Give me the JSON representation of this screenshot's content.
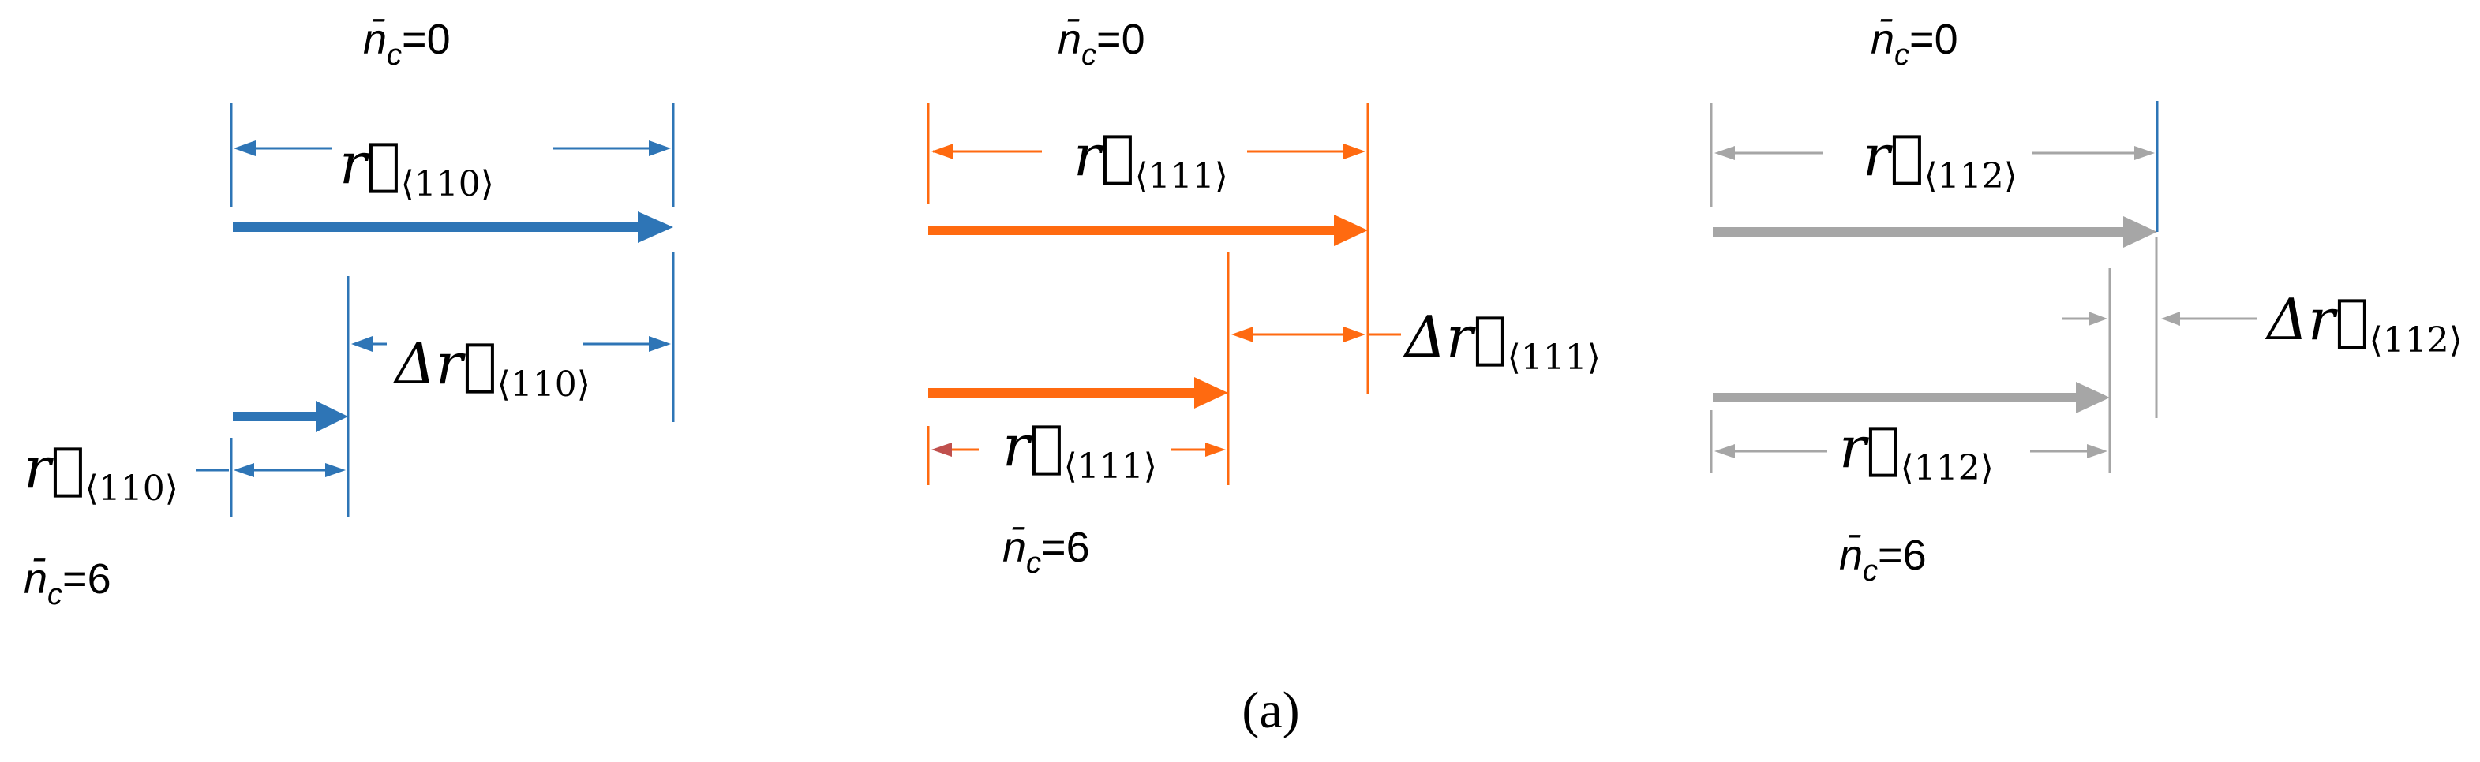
{
  "colors": {
    "panel_110": "#2E75B6",
    "panel_111": "#FF6A10",
    "panel_112": "#A6A6A6",
    "small_arrowhead_111": "#C0504D"
  },
  "panels": [
    {
      "id": "110",
      "label_top": {
        "symbol": "n̄",
        "sub": "c",
        "eq": "=0"
      },
      "label_bottom": {
        "symbol": "n̄",
        "sub": "c",
        "eq": "=6"
      },
      "r_top": {
        "symbol": "r⃗",
        "sub": "⟨110⟩"
      },
      "delta_r": {
        "symbol": "Δr⃗",
        "sub": "⟨110⟩"
      },
      "r_bottom": {
        "symbol": "r⃗",
        "sub": "⟨110⟩"
      }
    },
    {
      "id": "111",
      "label_top": {
        "symbol": "n̄",
        "sub": "c",
        "eq": "=0"
      },
      "label_bottom": {
        "symbol": "n̄",
        "sub": "c",
        "eq": "=6"
      },
      "r_top": {
        "symbol": "r⃗",
        "sub": "⟨111⟩"
      },
      "delta_r": {
        "symbol": "Δr⃗",
        "sub": "⟨111⟩"
      },
      "r_bottom": {
        "symbol": "r⃗",
        "sub": "⟨111⟩"
      }
    },
    {
      "id": "112",
      "label_top": {
        "symbol": "n̄",
        "sub": "c",
        "eq": "=0"
      },
      "label_bottom": {
        "symbol": "n̄",
        "sub": "c",
        "eq": "=6"
      },
      "r_top": {
        "symbol": "r⃗",
        "sub": "⟨112⟩"
      },
      "delta_r": {
        "symbol": "Δr⃗",
        "sub": "⟨112⟩"
      },
      "r_bottom": {
        "symbol": "r⃗",
        "sub": "⟨112⟩"
      }
    }
  ],
  "caption": "(a)"
}
